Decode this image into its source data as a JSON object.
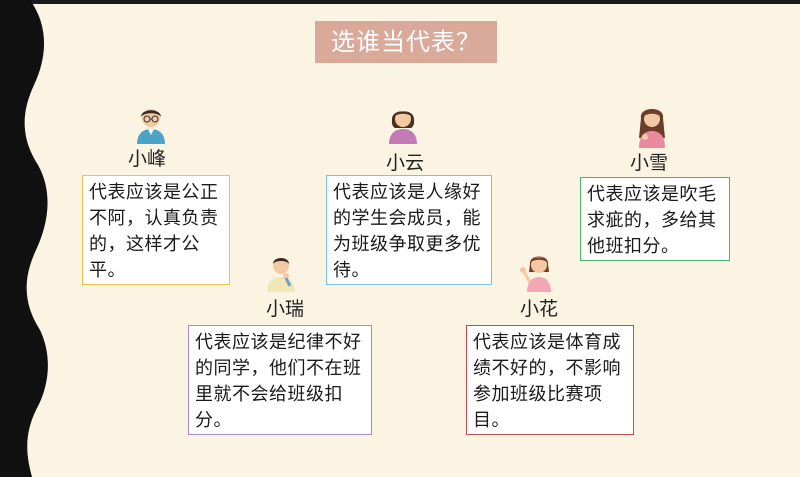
{
  "title": "选谁当代表？",
  "students": [
    {
      "name": "小峰",
      "opinion": "代表应该是公正不阿，认真负责的，这样才公平。",
      "border_color": "#f0c14b"
    },
    {
      "name": "小云",
      "opinion": "代表应该是人缘好的学生会成员，能为班级争取更多优待。",
      "border_color": "#7cc3e0"
    },
    {
      "name": "小雪",
      "opinion": "代表应该是吹毛求疵的，多给其他班扣分。",
      "border_color": "#4db36a"
    },
    {
      "name": "小瑞",
      "opinion": "代表应该是纪律不好的同学，他们不在班里就不会给班级扣分。",
      "border_color": "#b088c8"
    },
    {
      "name": "小花",
      "opinion": "代表应该是体育成绩不好的，不影响参加班级比赛项目。",
      "border_color": "#c0504d"
    }
  ]
}
